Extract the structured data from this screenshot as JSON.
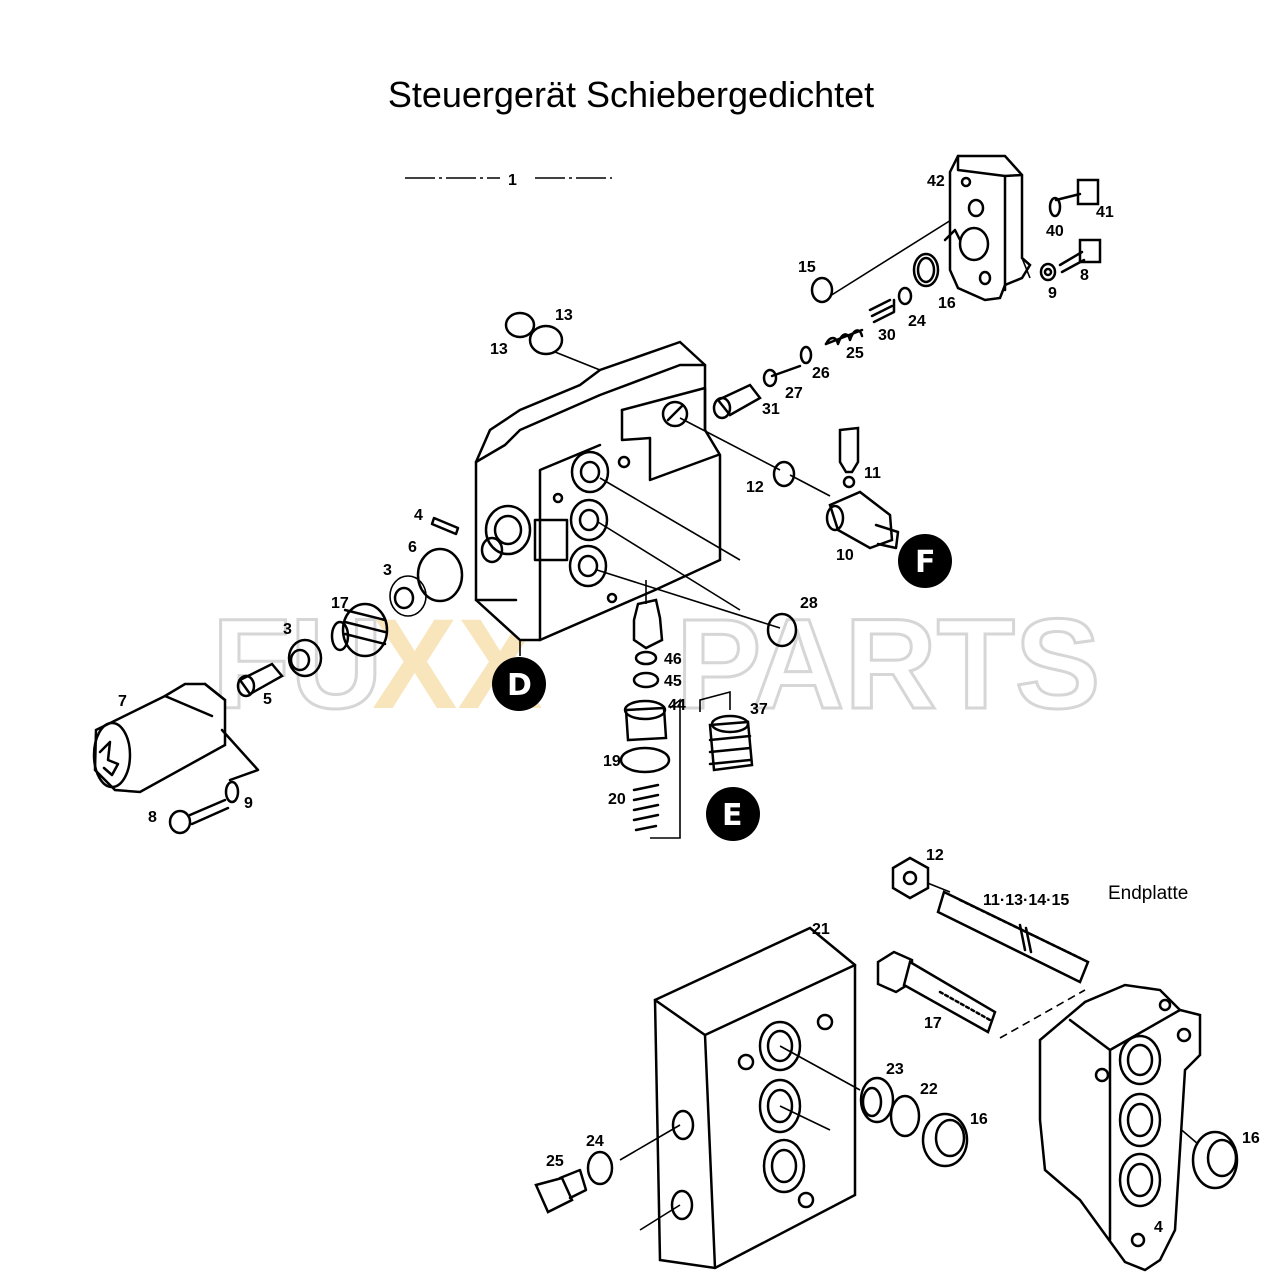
{
  "title": "Steuergerät Schiebergedichtet",
  "section_label": "Endplatte",
  "watermark": {
    "left": "FU",
    "middle": "XX",
    "right": "PARTS"
  },
  "callouts": {
    "D": "D",
    "E": "E",
    "F": "F"
  },
  "upper_labels": {
    "l1": "1",
    "l42": "42",
    "l41": "41",
    "l40": "40",
    "l8a": "8",
    "l9a": "9",
    "l15": "15",
    "l16a": "16",
    "l24a": "24",
    "l30": "30",
    "l25a": "25",
    "l26": "26",
    "l27": "27",
    "l31": "31",
    "l13a": "13",
    "l13b": "13",
    "l12a": "12",
    "l11": "11",
    "l10": "10",
    "l4": "4",
    "l6": "6",
    "l3a": "3",
    "l3b": "3",
    "l17a": "17",
    "l5": "5",
    "l7": "7",
    "l8b": "8",
    "l9b": "9",
    "l28": "28",
    "l46": "46",
    "l45": "45",
    "l44": "44",
    "l37": "37",
    "l19": "19",
    "l20": "20"
  },
  "lower_labels": {
    "l12b": "12",
    "l11_15": "11·13·14·15",
    "l21": "21",
    "l17b": "17",
    "l23": "23",
    "l22": "22",
    "l16b": "16",
    "l16c": "16",
    "l24b": "24",
    "l25b": "25",
    "l4b": "4"
  },
  "colors": {
    "line": "#000000",
    "watermark_grey": "#e4e4e4",
    "watermark_yellow": "#f6dca6"
  }
}
